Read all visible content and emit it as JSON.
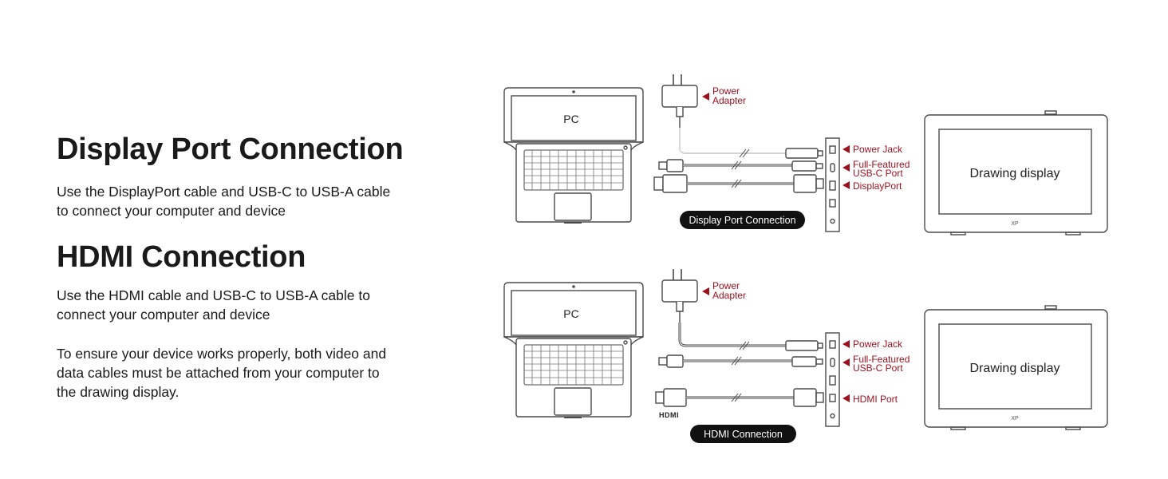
{
  "text": {
    "dp_title": "Display Port Connection",
    "dp_desc": "Use the DisplayPort cable and USB-C to USB-A cable to connect your computer and device",
    "hdmi_title": "HDMI Connection",
    "hdmi_desc": "Use the HDMI cable and USB-C to USB-A cable to connect your computer and device",
    "note": "To ensure your device works properly, both video and data cables must be attached from your computer to the drawing display."
  },
  "diagram_dp": {
    "pc_label": "PC",
    "power_adapter": [
      "Power",
      "Adapter"
    ],
    "ports": [
      "Power Jack",
      "Full-Featured",
      "USB-C Port",
      "DisplayPort"
    ],
    "display_label": "Drawing display",
    "badge": "Display Port Connection"
  },
  "diagram_hdmi": {
    "pc_label": "PC",
    "power_adapter": [
      "Power",
      "Adapter"
    ],
    "ports": [
      "Power Jack",
      "Full-Featured",
      "USB-C Port",
      "HDMI Port"
    ],
    "display_label": "Drawing display",
    "badge": "HDMI Connection",
    "hdmi_logo": "HDMI"
  },
  "colors": {
    "accent": "#a0111f",
    "badge_bg": "#111111"
  },
  "icons": [
    "laptop-icon",
    "power-adapter-icon",
    "usb-a-plug-icon",
    "usb-c-plug-icon",
    "displayport-plug-icon",
    "hdmi-plug-icon",
    "port-panel-icon",
    "tablet-display-icon",
    "arrow-left-icon"
  ]
}
